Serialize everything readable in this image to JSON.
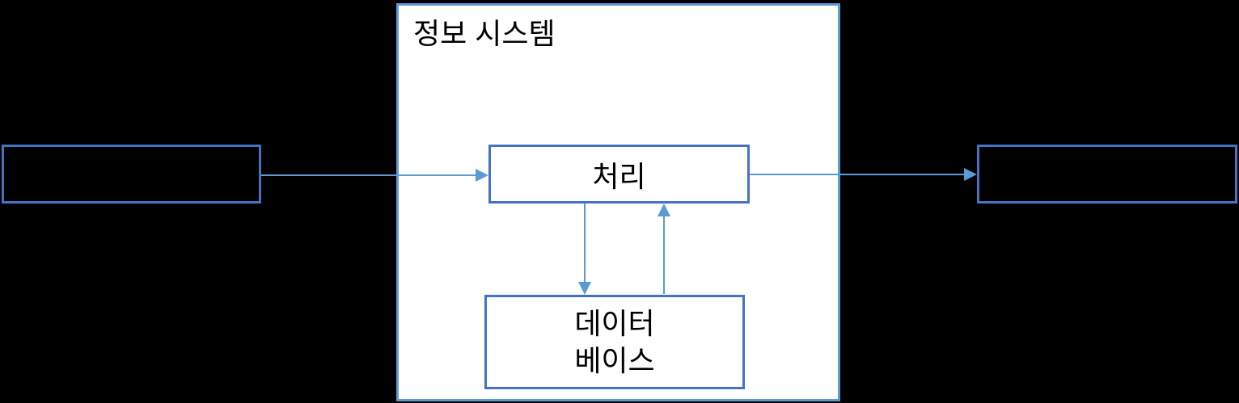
{
  "diagram": {
    "title": "정보 시스템",
    "nodes": {
      "input": {
        "label": "",
        "fill": "#000000"
      },
      "process": {
        "label": "처리",
        "fill": "#FFFFFF"
      },
      "database": {
        "label": "데이터\n베이스",
        "fill": "#FFFFFF"
      },
      "output": {
        "label": "",
        "fill": "#000000"
      }
    },
    "edges": [
      {
        "from": "input",
        "to": "process",
        "direction": "right"
      },
      {
        "from": "process",
        "to": "database",
        "direction": "down"
      },
      {
        "from": "database",
        "to": "process",
        "direction": "up"
      },
      {
        "from": "process",
        "to": "output",
        "direction": "right"
      }
    ],
    "colors": {
      "background": "#000000",
      "node_border": "#4472C4",
      "system_border": "#5B9BD5",
      "system_fill": "#FFFFFF",
      "arrow": "#5B9BD5",
      "text": "#000000"
    }
  }
}
